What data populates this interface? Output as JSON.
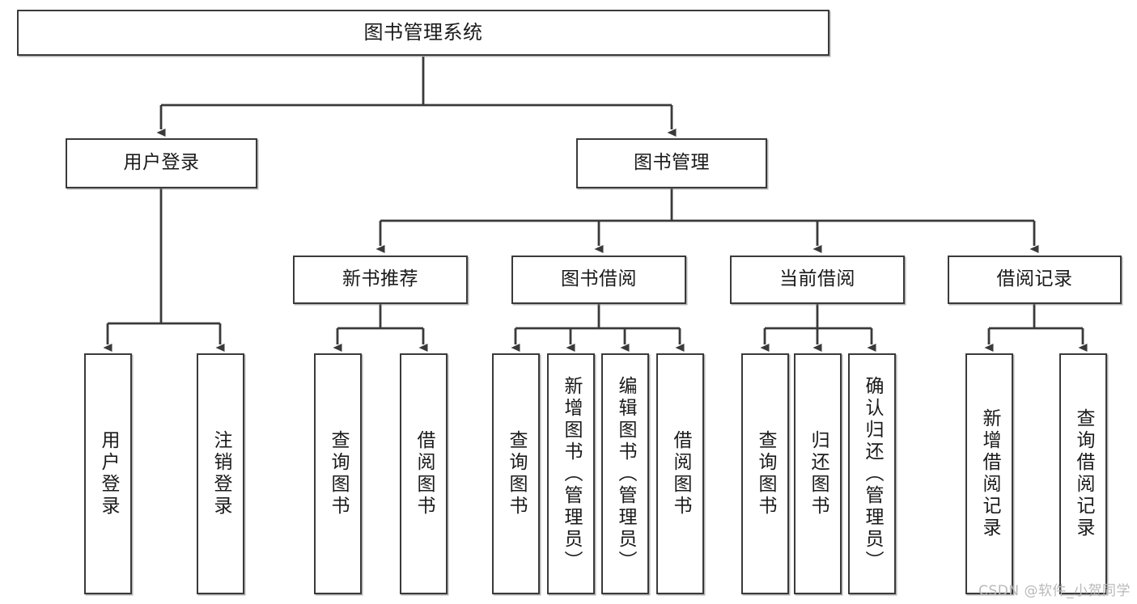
{
  "diagram": {
    "type": "tree",
    "title": "图书管理系统",
    "watermark": "CSDN @软件_小贺同学",
    "colors": {
      "stroke": "#3a3a3a",
      "fill": "#ffffff",
      "text": "#1a1a1a",
      "watermark": "#b9b9b9"
    },
    "nodes": {
      "root": "图书管理系统",
      "level2": {
        "user_login": "用户登录",
        "book_manage": "图书管理"
      },
      "level3": {
        "new_book_rec": "新书推荐",
        "book_borrow": "图书借阅",
        "current_borrow": "当前借阅",
        "borrow_record": "借阅记录"
      },
      "leaves": {
        "user_login_1": "用户登录",
        "user_login_2": "注销登录",
        "new_book_1": "查询图书",
        "new_book_2": "借阅图书",
        "borrow_1": "查询图书",
        "borrow_2": "新增图书（管理员）",
        "borrow_3": "编辑图书（管理员）",
        "borrow_4": "借阅图书",
        "current_1": "查询图书",
        "current_2": "归还图书",
        "current_3": "确认归还（管理员）",
        "record_1": "新增借阅记录",
        "record_2": "查询借阅记录"
      }
    }
  }
}
